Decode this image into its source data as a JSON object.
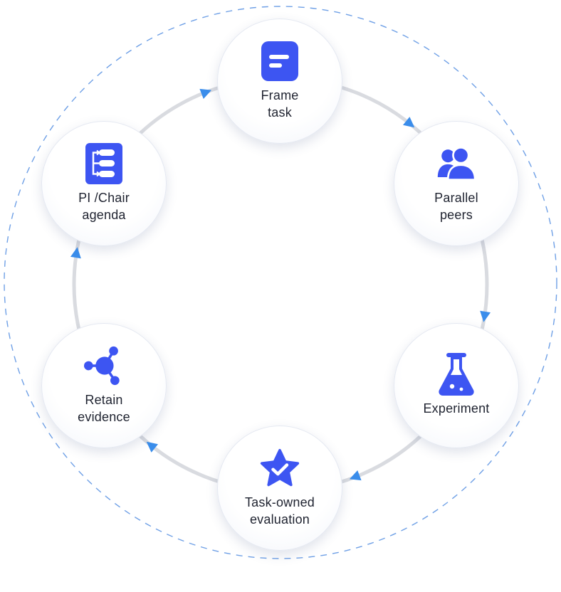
{
  "colors": {
    "accent": "#3D55F2",
    "arrow": "#3A8DEB",
    "ring": "#D9DBE0",
    "outer_dash": "#6FA0E6",
    "text": "#1F2330"
  },
  "nodes": [
    {
      "id": "frame-task",
      "label": "Frame\ntask",
      "icon": "note-icon"
    },
    {
      "id": "parallel-peers",
      "label": "Parallel\npeers",
      "icon": "users-icon"
    },
    {
      "id": "experiment",
      "label": "Experiment",
      "icon": "flask-icon"
    },
    {
      "id": "task-owned-evaluation",
      "label": "Task-owned\nevaluation",
      "icon": "star-check-icon"
    },
    {
      "id": "retain-evidence",
      "label": "Retain\nevidence",
      "icon": "hub-icon"
    },
    {
      "id": "pi-chair-agenda",
      "label": "PI /Chair\nagenda",
      "icon": "flowchart-icon"
    }
  ]
}
